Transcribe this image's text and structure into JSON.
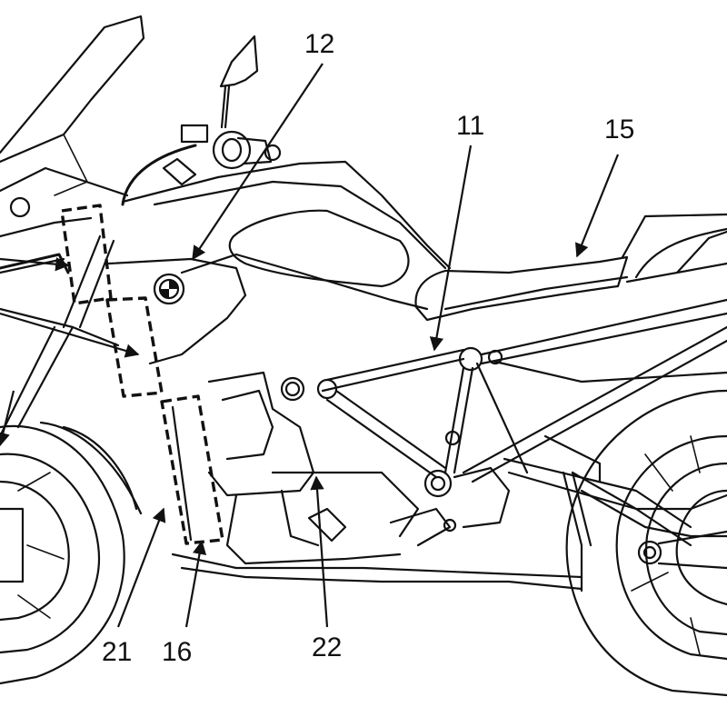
{
  "figure": {
    "type": "patent-style line drawing",
    "subject": "motorcycle side view (partial)",
    "line_color": "#111111",
    "background_color": "#ffffff"
  },
  "reference_numerals": [
    {
      "id": "12",
      "text": "12",
      "points_to": "front fairing / side panel"
    },
    {
      "id": "11",
      "text": "11",
      "points_to": "frame tube"
    },
    {
      "id": "15",
      "text": "15",
      "points_to": "seat"
    },
    {
      "id": "21",
      "text": "21",
      "points_to": "lower dashed enclosure (inner edge)"
    },
    {
      "id": "16",
      "text": "16",
      "points_to": "lower dashed enclosure"
    },
    {
      "id": "22",
      "text": "22",
      "points_to": "engine / crankcase area"
    }
  ],
  "dashed_regions": [
    {
      "name": "upper-dashed-region"
    },
    {
      "name": "middle-dashed-region"
    },
    {
      "name": "lower-dashed-region"
    }
  ]
}
